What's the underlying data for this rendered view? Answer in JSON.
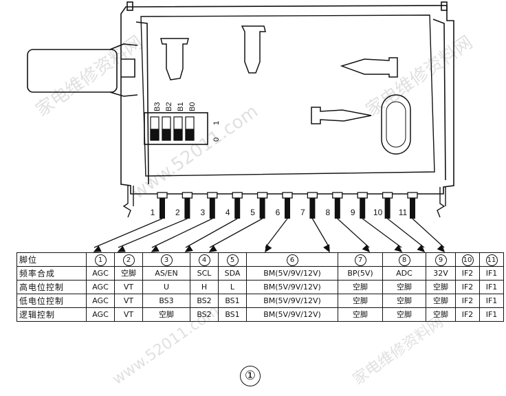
{
  "dip_switch": {
    "labels": [
      "B3",
      "B2",
      "B1",
      "B0"
    ],
    "level_high": "1",
    "level_low": "0"
  },
  "pins": [
    "1",
    "2",
    "3",
    "4",
    "5",
    "6",
    "7",
    "8",
    "9",
    "10",
    "11"
  ],
  "table": {
    "header": [
      "脚位",
      "①",
      "②",
      "③",
      "④",
      "⑤",
      "⑥",
      "⑦",
      "⑧",
      "⑨",
      "⑩",
      "⑪"
    ],
    "rows": [
      [
        "频率合成",
        "AGC",
        "空脚",
        "AS/EN",
        "SCL",
        "SDA",
        "BM(5V/9V/12V)",
        "BP(5V)",
        "ADC",
        "32V",
        "IF2",
        "IF1"
      ],
      [
        "高电位控制",
        "AGC",
        "VT",
        "U",
        "H",
        "L",
        "BM(5V/9V/12V)",
        "空脚",
        "空脚",
        "空脚",
        "IF2",
        "IF1"
      ],
      [
        "低电位控制",
        "AGC",
        "VT",
        "BS3",
        "BS2",
        "BS1",
        "BM(5V/9V/12V)",
        "空脚",
        "空脚",
        "空脚",
        "IF2",
        "IF1"
      ],
      [
        "逻辑控制",
        "AGC",
        "VT",
        "空脚",
        "BS2",
        "BS1",
        "BM(5V/9V/12V)",
        "空脚",
        "空脚",
        "空脚",
        "IF2",
        "IF1"
      ]
    ]
  },
  "figure_number": "①",
  "watermarks": [
    "家电维修资料网",
    "www.52011.com",
    "家电维修资料网",
    "www.52011.com",
    "家电维修资料网"
  ],
  "colors": {
    "ink": "#111111",
    "paper": "#ffffff",
    "watermark": "#c8c8c8"
  }
}
